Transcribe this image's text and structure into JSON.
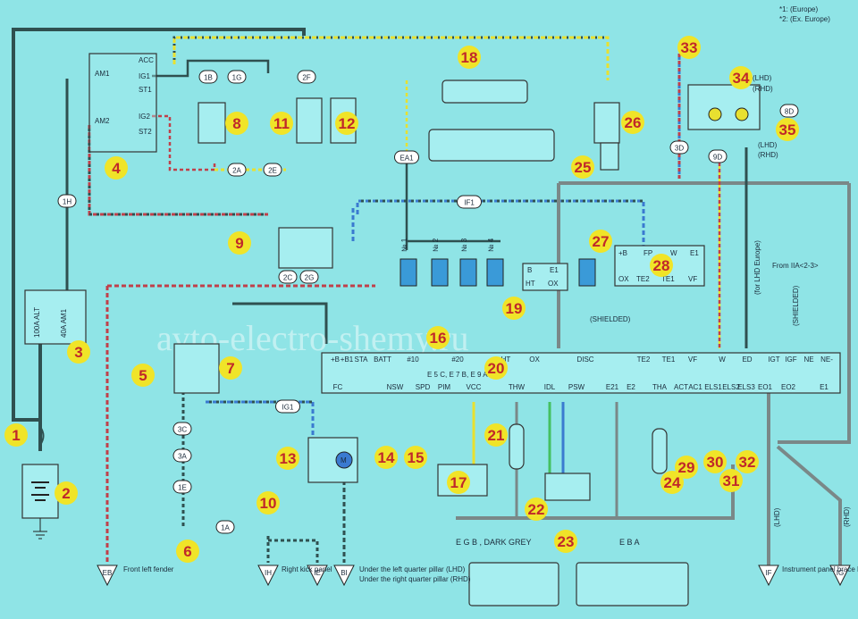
{
  "notes": {
    "n1": "*1: (Europe)",
    "n2": "*2: (Ex. Europe)"
  },
  "watermark": "avto-electro-shemy.ru",
  "component_numbers": [
    "1",
    "2",
    "3",
    "4",
    "5",
    "6",
    "7",
    "8",
    "9",
    "10",
    "11",
    "12",
    "13",
    "14",
    "15",
    "16",
    "17",
    "18",
    "19",
    "20",
    "21",
    "22",
    "23",
    "24",
    "25",
    "26",
    "27",
    "28",
    "29",
    "30",
    "31",
    "32",
    "33",
    "34",
    "35"
  ],
  "ignition_switch": {
    "acc": "ACC",
    "ig1": "IG1",
    "st1": "ST1",
    "ig2": "IG2",
    "st2": "ST2",
    "am1": "AM1",
    "am2": "AM2"
  },
  "fuse_block": {
    "alt": "100A ALT",
    "am1": "40A AM1"
  },
  "connectors": {
    "c1b": "1B",
    "c1g": "1G",
    "c2f": "2F",
    "c2a": "2A",
    "c2e": "2E",
    "c1h": "1H",
    "ea1": "EA1",
    "if1": "IF1",
    "ig1": "IG1",
    "c2c": "2C",
    "c2g": "2G",
    "c3c": "3C",
    "c3a": "3A",
    "c1e": "1E",
    "c1a": "1A",
    "c3d": "3D",
    "c9d": "9D",
    "c8d": "8D"
  },
  "ground_points": {
    "eb": "EB",
    "ih": "IH",
    "ie": "IE",
    "bi": "BI",
    "if_g": "IF",
    "ig_g": "IG"
  },
  "ground_notes": {
    "eb": "Front left fender",
    "ih": "Right kick panel",
    "bi_lhd": "Under the left quarter pillar (LHD)",
    "bi_rhd": "Under the right quarter pillar (RHD)",
    "panel": "Instrument panel brace LH"
  },
  "ecu_pins_top": [
    "+B",
    "+B1",
    "STA",
    "BATT",
    "#10",
    "#20",
    "HT",
    "OX",
    "DISC",
    "TE2",
    "TE1",
    "VF",
    "W",
    "ED",
    "IGT",
    "IGF",
    "NE",
    "NE-"
  ],
  "ecu_pins_bottom": [
    "FC",
    "NSW",
    "SPD",
    "PIM",
    "VCC",
    "THW",
    "IDL",
    "PSW",
    "E21",
    "E2",
    "THA",
    "ACT",
    "AC1",
    "ELS1",
    "ELS2",
    "ELS3",
    "EO1",
    "EO2",
    "E1"
  ],
  "ecu_mid": "E 5 C, E 7 B, E 9 A",
  "injectors": [
    "№ 1",
    "№ 2",
    "№ 3",
    "№ 4"
  ],
  "oxygen_sensor": {
    "b": "B",
    "e1": "E1",
    "ht": "HT",
    "ox": "OX",
    "shielded": "(SHIELDED)"
  },
  "check_connector": {
    "b": "+B",
    "fp": "FP",
    "w": "W",
    "e1": "E1",
    "ox": "OX",
    "te2": "TE2",
    "te1": "TE1",
    "vf": "VF"
  },
  "meter": {
    "lhd": "(LHD)",
    "rhd": "(RHD)"
  },
  "distributor": {
    "from": "From IIA<2-3>",
    "shielded": "(SHIELDED)",
    "lhd_europe": "(for LHD Europe)"
  },
  "ground_legend": {
    "eg": "E G B , DARK GREY",
    "eb": "E B A"
  },
  "lhd_rhd": {
    "lhd": "(LHD)",
    "rhd": "(RHD)"
  },
  "colors": {
    "bg": "#8fe4e6",
    "wire_dark": "#2f5050",
    "wire_red": "#c0404a",
    "wire_blue": "#3a7ad0",
    "wire_yellow": "#e8e030",
    "wire_grey": "#7a8888",
    "badge": "#f0e428",
    "badge_text": "#c0282a"
  }
}
